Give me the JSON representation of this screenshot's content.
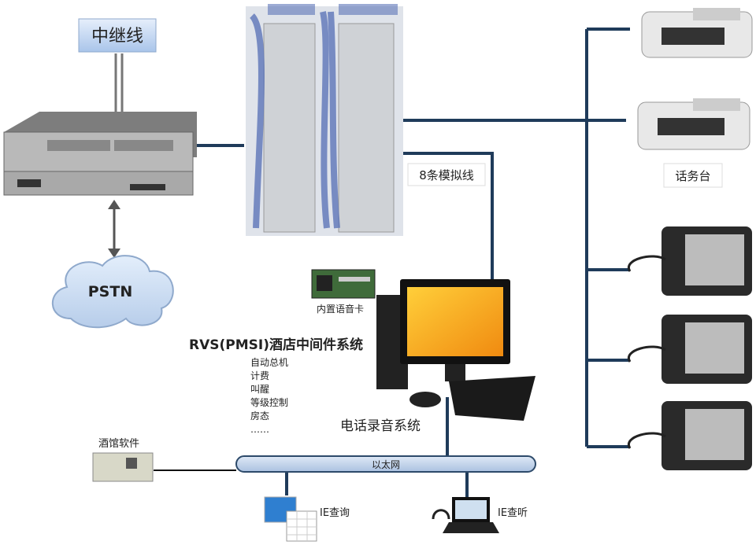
{
  "trunk_label": "中继线",
  "pstn_label": "PSTN",
  "analog_label": "8条模拟线",
  "operator_label": "话务台",
  "voice_card_label": "内置语音卡",
  "middleware": {
    "title": "RVS(PMSI)酒店中间件系统",
    "features": [
      "自动总机",
      "计费",
      "叫醒",
      "等级控制",
      "房态",
      "……"
    ]
  },
  "recording_label": "电话录音系统",
  "ethernet_label": "以太网",
  "hotel_software_label": "酒馆软件",
  "ie_query_label": "IE查询",
  "ie_listen_label": "IE查听",
  "colors": {
    "line": "#1f3b5a",
    "label_box": "#c9dcf3",
    "ethernet_bar": "#c5d6ec",
    "monitor_screen": "#f5a623"
  }
}
